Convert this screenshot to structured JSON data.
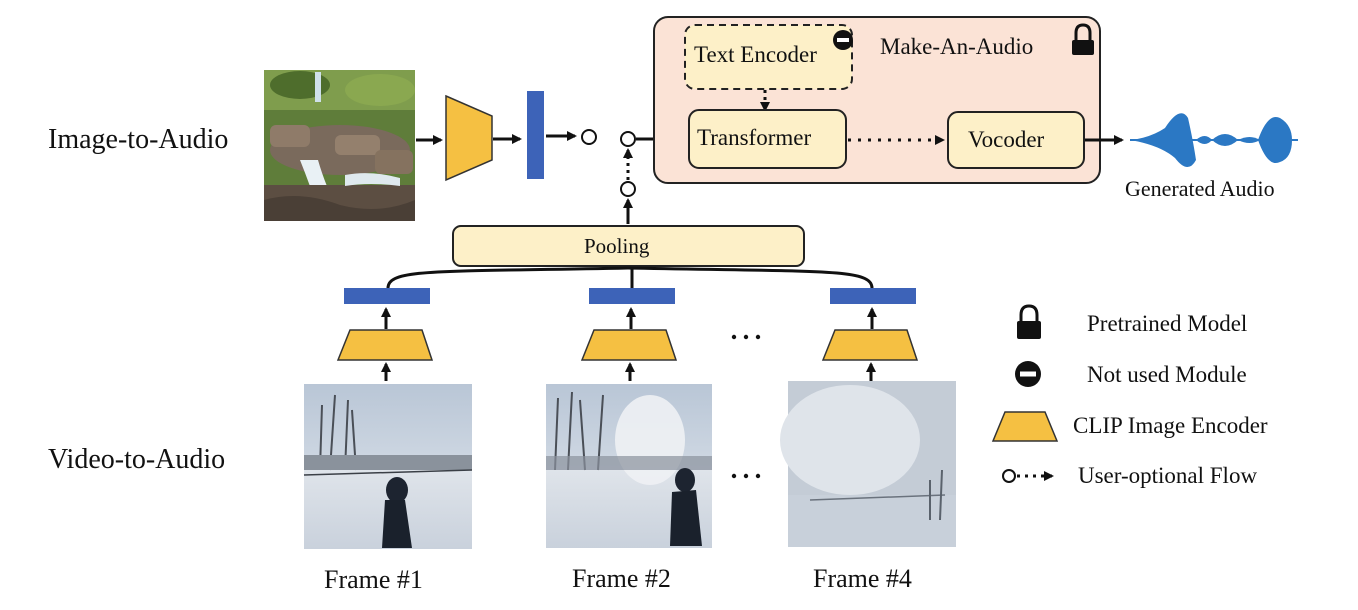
{
  "labels": {
    "image_to_audio": "Image-to-Audio",
    "video_to_audio": "Video-to-Audio",
    "pooling": "Pooling",
    "text_encoder": "Text Encoder",
    "make_an_audio": "Make-An-Audio",
    "transformer": "Transformer",
    "vocoder": "Vocoder",
    "generated_audio": "Generated Audio",
    "ellipsis": "· · ·"
  },
  "frames": [
    {
      "label": "Frame #1"
    },
    {
      "label": "Frame #2"
    },
    {
      "label": "Frame #4"
    }
  ],
  "legend": {
    "pretrained": "Pretrained Model",
    "not_used": "Not used Module",
    "clip": "CLIP Image Encoder",
    "optional_flow": "User-optional Flow"
  },
  "colors": {
    "encoder_fill": "#f5c042",
    "feature_bar": "#3d63b8",
    "make_an_audio_fill": "#fbe3d6",
    "module_box_fill": "#fdf0c8",
    "waveform": "#2b78c4"
  }
}
